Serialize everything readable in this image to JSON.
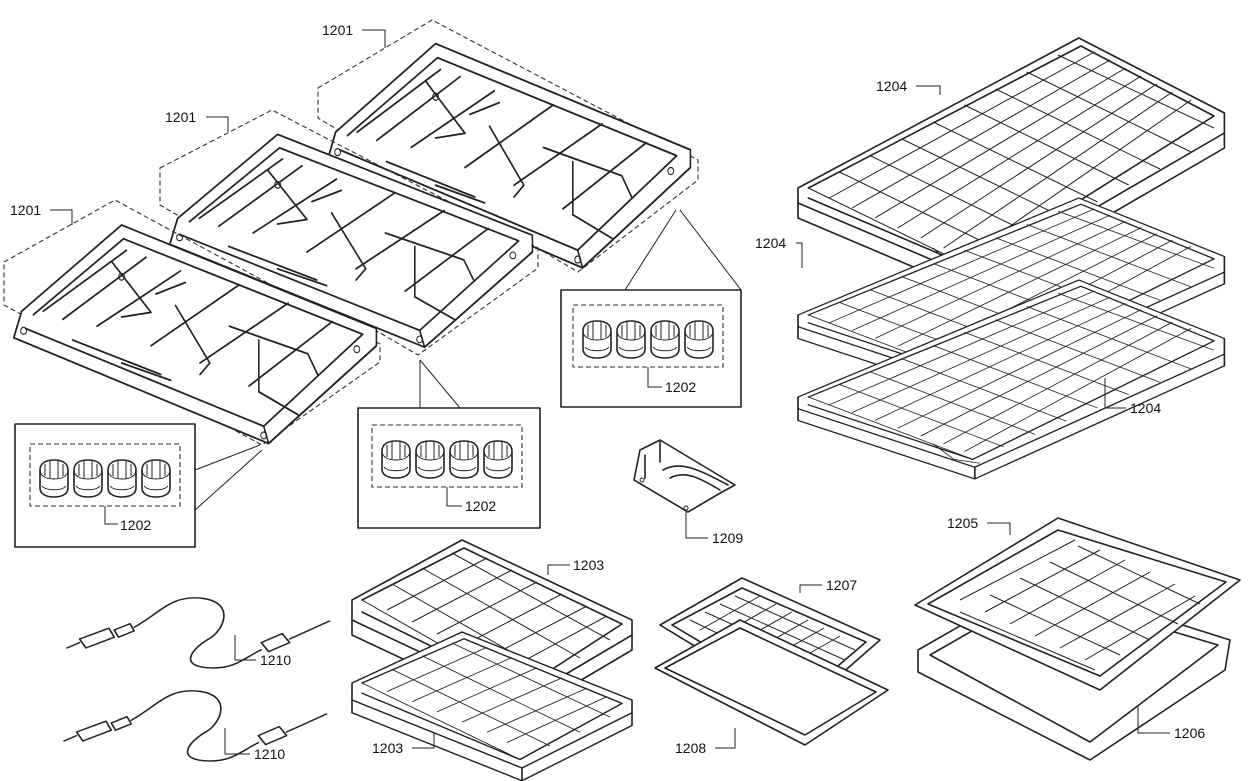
{
  "labels": {
    "grate_top": "1201",
    "grate_mid": "1201",
    "grate_left": "1201",
    "feet_left": "1202",
    "feet_mid": "1202",
    "feet_right": "1202",
    "rack_small_top": "1203",
    "rack_small_bottom": "1203",
    "rack_top": "1204",
    "rack_mid": "1204",
    "rack_bottom": "1204",
    "pan_large": "1205",
    "pan_large_bottom": "1206",
    "pan_small": "1207",
    "pan_small_bottom": "1208",
    "bracket": "1209",
    "probe_top": "1210",
    "probe_bottom": "1210"
  }
}
